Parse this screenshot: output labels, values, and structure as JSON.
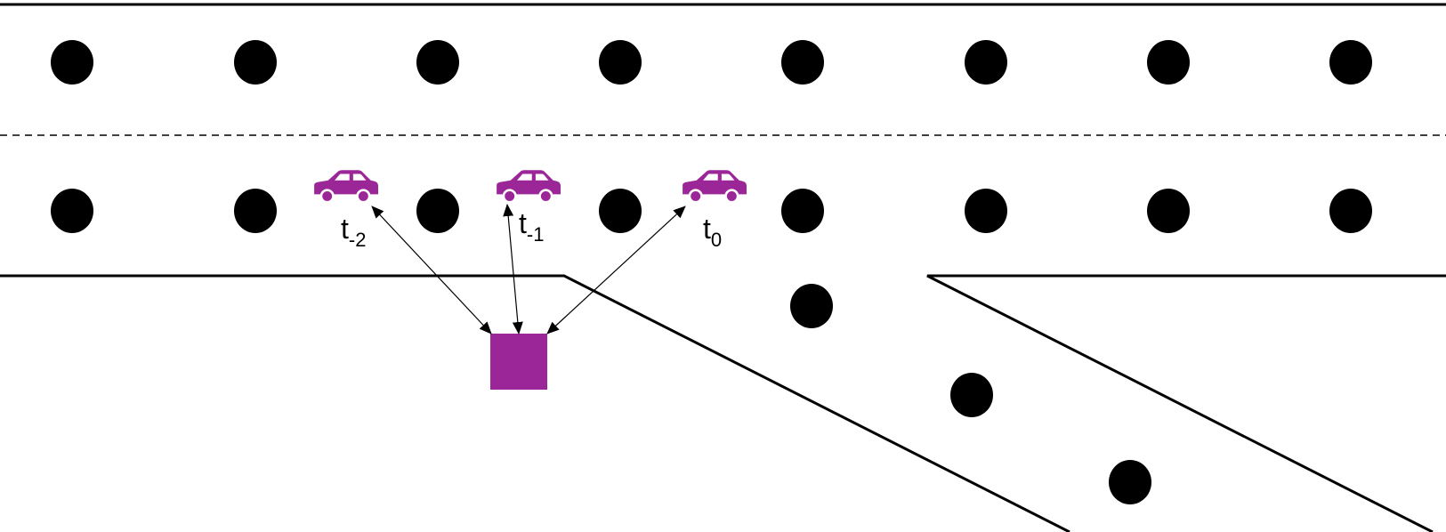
{
  "colors": {
    "vehicle": "#9B2697",
    "station": "#9B2697",
    "road": "#000000",
    "dot": "#000000"
  },
  "icons": {
    "vehicle": "car-icon",
    "station": "roadside-unit-square"
  },
  "vehicles": [
    {
      "label": "t",
      "subscript": "-2"
    },
    {
      "label": "t",
      "subscript": "-1"
    },
    {
      "label": "t",
      "subscript": "0"
    }
  ]
}
